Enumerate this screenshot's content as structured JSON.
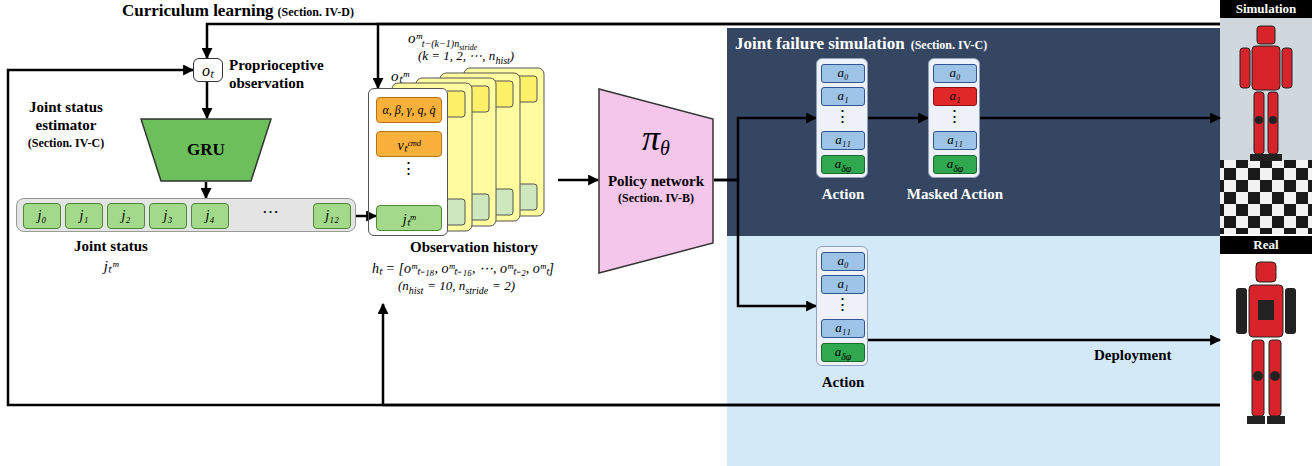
{
  "diagram": {
    "nodes": [
      {
        "text": [
          "oₜ",
          "Proprioceptive observation"
        ]
      },
      {
        "text": [
          "GRU",
          "Joint status estimator",
          "(Section. IV-C)"
        ]
      },
      {
        "text": [
          "Joint status",
          "jₜᵐ"
        ]
      },
      {
        "text": [
          "j₀"
        ],
        "in": 2
      },
      {
        "text": [
          "j₁"
        ],
        "in": 2
      },
      {
        "text": [
          "j₂"
        ],
        "in": 2
      },
      {
        "text": [
          "j₃"
        ],
        "in": 2
      },
      {
        "text": [
          "j₄"
        ],
        "in": 2
      },
      {
        "text": [
          "j₁₂"
        ],
        "in": 2
      },
      {
        "text": [
          "Observation history"
        ]
      },
      {
        "text": [
          "oₜᵐ"
        ],
        "in": 9
      },
      {
        "text": [
          "α, β, γ, q, q̇"
        ],
        "in": 10
      },
      {
        "text": [
          "vₜᶜᵐᵈ"
        ],
        "in": 10
      },
      {
        "text": [
          "jₜᵐ"
        ],
        "in": 10
      },
      {
        "text": [
          "π",
          "θ",
          "Policy network",
          "(Section. IV-B)"
        ]
      },
      {
        "text": [
          "Joint failure simulation",
          "(Section. IV-C)"
        ]
      },
      {
        "text": [
          "Action"
        ],
        "in": 15
      },
      {
        "text": [
          "a₀"
        ],
        "in": 16
      },
      {
        "text": [
          "a₁"
        ],
        "in": 16
      },
      {
        "text": [
          "a₁₁"
        ],
        "in": 16
      },
      {
        "text": [
          "a",
          "δφ"
        ],
        "in": 16
      },
      {
        "text": [
          "Masked Action"
        ],
        "in": 15
      },
      {
        "text": [
          "a₀"
        ],
        "in": 21
      },
      {
        "text": [
          "a₁"
        ],
        "in": 21
      },
      {
        "text": [
          "a₁₁"
        ],
        "in": 21
      },
      {
        "text": [
          "a",
          "δφ"
        ],
        "in": 21
      },
      {
        "text": [
          "Action"
        ]
      },
      {
        "text": [
          "a₀"
        ],
        "in": 26
      },
      {
        "text": [
          "a₁"
        ],
        "in": 26
      },
      {
        "text": [
          "a₁₁"
        ],
        "in": 26
      },
      {
        "text": [
          "a",
          "δφ"
        ],
        "in": 26
      },
      {
        "text": [
          "Simulation"
        ]
      },
      {
        "text": [
          "Real"
        ]
      }
    ],
    "edges": [
      {
        "from": 31,
        "to": 0,
        "arrow": "to",
        "label": "Curriculum learning"
      },
      {
        "from": 31,
        "to": 10,
        "arrow": "to"
      },
      {
        "from": 0,
        "to": 1,
        "arrow": "to"
      },
      {
        "from": 1,
        "to": 2,
        "arrow": "to"
      },
      {
        "from": 2,
        "to": 13,
        "arrow": "to"
      },
      {
        "from": 9,
        "to": 14,
        "arrow": "to"
      },
      {
        "from": 14,
        "to": 16,
        "arrow": "to"
      },
      {
        "from": 14,
        "to": 26,
        "arrow": "to"
      },
      {
        "from": 16,
        "to": 21,
        "arrow": "to"
      },
      {
        "from": 21,
        "to": 31,
        "arrow": "to"
      },
      {
        "from": 26,
        "to": 32,
        "arrow": "to",
        "label": "Deployment"
      },
      {
        "from": 32,
        "to": 0,
        "arrow": "to"
      },
      {
        "from": 32,
        "to": 9,
        "arrow": "to"
      }
    ],
    "labels": [
      "(Section. IV-D)",
      "oᵐ",
      "t−(k−1)n",
      "stride",
      "(k = 1, 2, ⋯, n",
      "hist",
      ")",
      "hₜ = [oᵐₜ₋₁₈, oᵐₜ₋₁₆, ⋯, oᵐₜ₋₂, oᵐₜ]",
      "(n",
      "hist",
      "= 10, n",
      "stride",
      "= 2)",
      "⋯",
      "⋮",
      "⋮",
      "⋮",
      "⋮"
    ]
  }
}
